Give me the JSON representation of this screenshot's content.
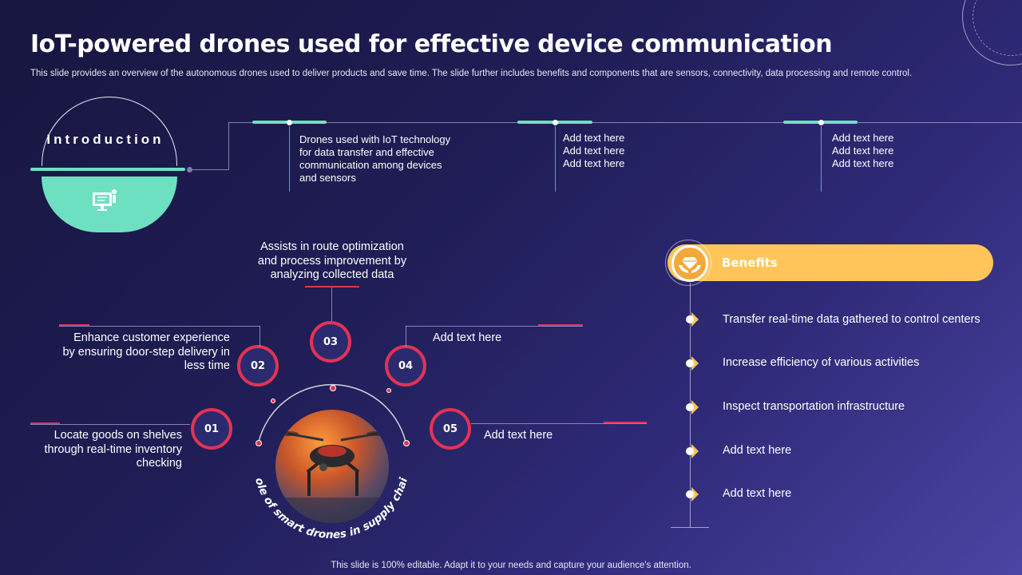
{
  "title": "IoT-powered drones used for effective device communication",
  "subtitle": "This slide provides an overview of the autonomous drones used to deliver products and save time. The slide further includes benefits and components that are sensors, connectivity, data processing and remote control.",
  "intro": {
    "label": "Introduction",
    "icon": "monitor-presenter-icon",
    "items": [
      [
        "Drones used with IoT technology",
        "for data transfer and effective",
        "communication among devices",
        "and sensors"
      ],
      [
        "Add text here",
        "Add text here",
        "Add text here"
      ],
      [
        "Add text here",
        "Add text here",
        "Add text here"
      ]
    ]
  },
  "roles": {
    "caption": "Role of smart drones in supply chain",
    "items": [
      {
        "num": "01",
        "text": [
          "Locate goods on shelves",
          "through real-time inventory",
          "checking"
        ]
      },
      {
        "num": "02",
        "text": [
          "Enhance customer experience",
          "by ensuring door-step delivery in",
          "less time"
        ]
      },
      {
        "num": "03",
        "text": [
          "Assists in route optimization",
          "and process improvement by",
          "analyzing collected data"
        ]
      },
      {
        "num": "04",
        "text": [
          "Add text here"
        ]
      },
      {
        "num": "05",
        "text": [
          "Add text here"
        ]
      }
    ]
  },
  "benefits": {
    "label": "Benefits",
    "icon": "diamond-hands-icon",
    "items": [
      "Transfer real-time data gathered to control centers",
      "Increase efficiency of various activities",
      "Inspect transportation infrastructure",
      "Add text here",
      "Add text here"
    ]
  },
  "footer": "This slide is 100% editable. Adapt it to your needs and capture your audience's attention.",
  "colors": {
    "accent": "#6ee0c2",
    "pin": "#e23354",
    "benefit": "#ffc55a"
  }
}
